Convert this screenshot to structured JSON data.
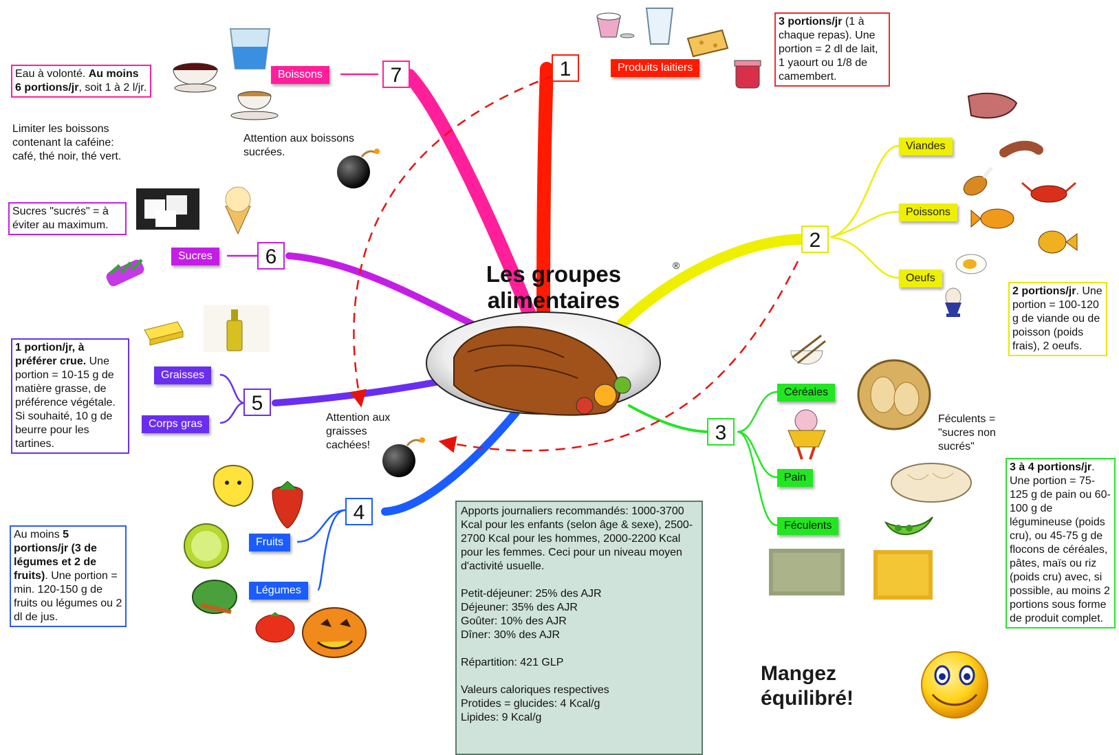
{
  "title_lines": [
    "Les groupes",
    "alimentaires"
  ],
  "registered_mark": "®",
  "branches": [
    {
      "number": "1",
      "labels": [
        "Produits laitiers"
      ],
      "color": "#ff1a00"
    },
    {
      "number": "2",
      "labels": [
        "Viandes",
        "Poissons",
        "Oeufs"
      ],
      "color": "#eef000"
    },
    {
      "number": "3",
      "labels": [
        "Céréales",
        "Pain",
        "Féculents"
      ],
      "color": "#22e622"
    },
    {
      "number": "4",
      "labels": [
        "Fruits",
        "Légumes"
      ],
      "color": "#1a5cff"
    },
    {
      "number": "5",
      "labels": [
        "Graisses",
        "Corps gras"
      ],
      "color": "#6a2ef0"
    },
    {
      "number": "6",
      "labels": [
        "Sucres"
      ],
      "color": "#c41ee6"
    },
    {
      "number": "7",
      "labels": [
        "Boissons"
      ],
      "color": "#ff1f9a"
    }
  ],
  "notes": {
    "laitiers": {
      "bold": "3 portions/jr",
      "text": " (1 à chaque repas). Une portion = 2 dl de lait, 1 yaourt ou 1/8 de camembert."
    },
    "viandes": {
      "bold": "2 portions/jr",
      "text": ". Une portion = 100-120 g de viande ou de poisson (poids frais), 2 oeufs."
    },
    "feculents_def": "Féculents = \"sucres non sucrés\"",
    "cereales": {
      "bold": "3 à 4 portions/jr",
      "text": ". Une portion = 75-125 g de pain ou 60-100 g de légumineuse (poids cru), ou 45-75 g de flocons de céréales, pâtes, maïs ou riz (poids cru) avec, si possible, au moins 2 portions sous forme de produit complet."
    },
    "fruits": {
      "pre": "Au moins ",
      "bold": "5 portions/jr (3 de légumes et 2 de fruits)",
      "text": ". Une portion = min. 120-150 g de fruits ou légumes ou 2 dl de jus."
    },
    "graisses": {
      "bold": "1 portion/jr, à préférer crue.",
      "text": " Une portion = 10-15 g de matière grasse, de préférence végétale. Si souhaité, 10 g de beurre pour les tartines."
    },
    "sucres": "Sucres \"sucrés\" = à éviter au maximum.",
    "eau": {
      "pre": "Eau à volonté. ",
      "bold": "Au moins 6 portions/jr",
      "text": ", soit 1 à 2 l/jr."
    },
    "cafeine": "Limiter les boissons contenant la caféine: café, thé noir, thé vert.",
    "attention_sucrees": "Attention aux boissons sucrées.",
    "attention_graisses": "Attention aux graisses cachées!"
  },
  "apports": {
    "para1": "Apports journaliers recommandés: 1000-3700 Kcal pour les enfants (selon âge & sexe), 2500-2700 Kcal pour les hommes, 2000-2200 Kcal pour les femmes. Ceci pour un niveau moyen d'activité usuelle.",
    "meals": [
      "Petit-déjeuner: 25% des AJR",
      "Déjeuner: 35% des AJR",
      "Goûter: 10% des AJR",
      "Dîner: 30% des AJR"
    ],
    "repartition": "Répartition: 421 GLP",
    "valeurs": [
      "Valeurs caloriques respectives",
      "Protides = glucides: 4 Kcal/g",
      "Lipides: 9 Kcal/g"
    ]
  },
  "mangez": [
    "Mangez",
    "équilibré!"
  ],
  "icons": [
    "yogurt-cup-icon",
    "milk-glass-icon",
    "cheese-icon",
    "jam-pot-icon",
    "glass-of-water-icon",
    "tea-cup-icon",
    "coffee-cup-icon",
    "bomb-icon",
    "steak-icon",
    "sausage-icon",
    "chicken-leg-icon",
    "lobster-icon",
    "fish-icon",
    "goldfish-icon",
    "boiled-egg-icon",
    "egg-cup-icon",
    "sugar-cubes-icon",
    "ice-cream-icon",
    "candy-icon",
    "butter-icon",
    "oil-bottle-icon",
    "cornucopia-icon",
    "rice-bowl-icon",
    "bread-basket-icon",
    "wheat-character-icon",
    "bread-loaf-icon",
    "peas-pod-icon",
    "lentils-icon",
    "corn-kernels-icon",
    "pepper-icon",
    "strawberry-icon",
    "lime-icon",
    "cabbage-icon",
    "tomato-icon",
    "pumpkin-icon",
    "smiley-icon"
  ]
}
